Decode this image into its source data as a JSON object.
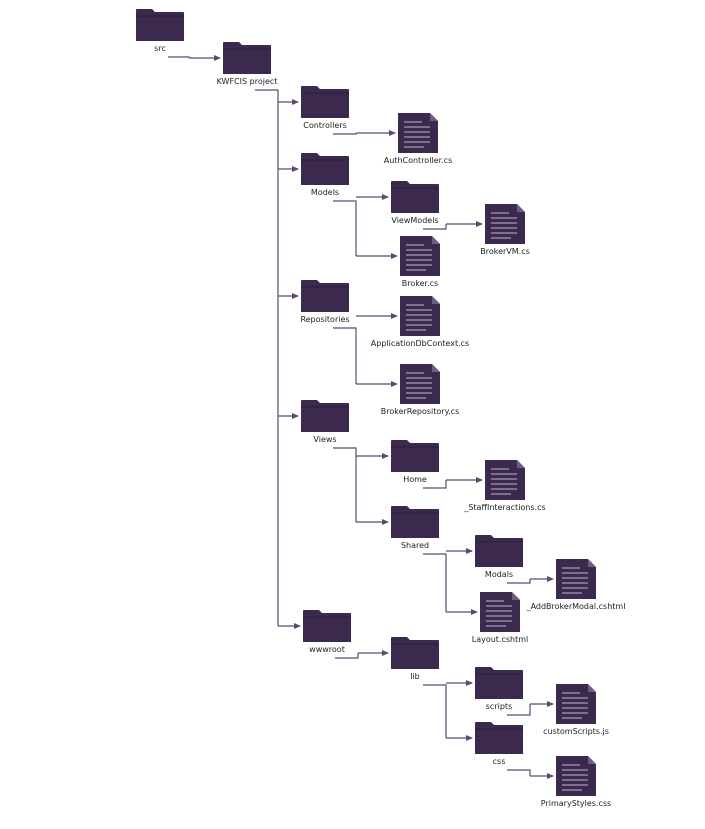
{
  "colors": {
    "icon_fill": "#3b2a4d",
    "icon_lines": "#8f87a0",
    "connector": "#5b4a73",
    "label_text": "#1e1e1e",
    "background": "#ffffff"
  },
  "tree": {
    "nodes": [
      {
        "id": "src",
        "type": "folder",
        "label": "src",
        "parent": null
      },
      {
        "id": "kwfcis",
        "type": "folder",
        "label": "KWFCIS project",
        "parent": "src"
      },
      {
        "id": "controllers",
        "type": "folder",
        "label": "Controllers",
        "parent": "kwfcis"
      },
      {
        "id": "authcontroller",
        "type": "file",
        "label": "AuthController.cs",
        "parent": "controllers"
      },
      {
        "id": "models",
        "type": "folder",
        "label": "Models",
        "parent": "kwfcis"
      },
      {
        "id": "viewmodels",
        "type": "folder",
        "label": "ViewModels",
        "parent": "models"
      },
      {
        "id": "brokervm",
        "type": "file",
        "label": "BrokerVM.cs",
        "parent": "viewmodels"
      },
      {
        "id": "broker",
        "type": "file",
        "label": "Broker.cs",
        "parent": "models"
      },
      {
        "id": "repositories",
        "type": "folder",
        "label": "Repositories",
        "parent": "kwfcis"
      },
      {
        "id": "appdbcontext",
        "type": "file",
        "label": "ApplicationDbContext.cs",
        "parent": "repositories"
      },
      {
        "id": "brokerrepo",
        "type": "file",
        "label": "BrokerRepository.cs",
        "parent": "repositories"
      },
      {
        "id": "views",
        "type": "folder",
        "label": "Views",
        "parent": "kwfcis"
      },
      {
        "id": "home",
        "type": "folder",
        "label": "Home",
        "parent": "views"
      },
      {
        "id": "staffinteractions",
        "type": "file",
        "label": "_StaffInteractions.cs",
        "parent": "home"
      },
      {
        "id": "shared",
        "type": "folder",
        "label": "Shared",
        "parent": "views"
      },
      {
        "id": "modals",
        "type": "folder",
        "label": "Modals",
        "parent": "shared"
      },
      {
        "id": "addbrokermodal",
        "type": "file",
        "label": "_AddBrokerModal.cshtml",
        "parent": "modals"
      },
      {
        "id": "layout",
        "type": "file",
        "label": "Layout.cshtml",
        "parent": "shared"
      },
      {
        "id": "wwwroot",
        "type": "folder",
        "label": "wwwroot",
        "parent": "kwfcis"
      },
      {
        "id": "lib",
        "type": "folder",
        "label": "lib",
        "parent": "wwwroot"
      },
      {
        "id": "scripts",
        "type": "folder",
        "label": "scripts",
        "parent": "lib"
      },
      {
        "id": "customscripts",
        "type": "file",
        "label": "customScripts.js",
        "parent": "scripts"
      },
      {
        "id": "css",
        "type": "folder",
        "label": "css",
        "parent": "lib"
      },
      {
        "id": "primarystyles",
        "type": "file",
        "label": "PrimaryStyles.css",
        "parent": "css"
      }
    ]
  }
}
